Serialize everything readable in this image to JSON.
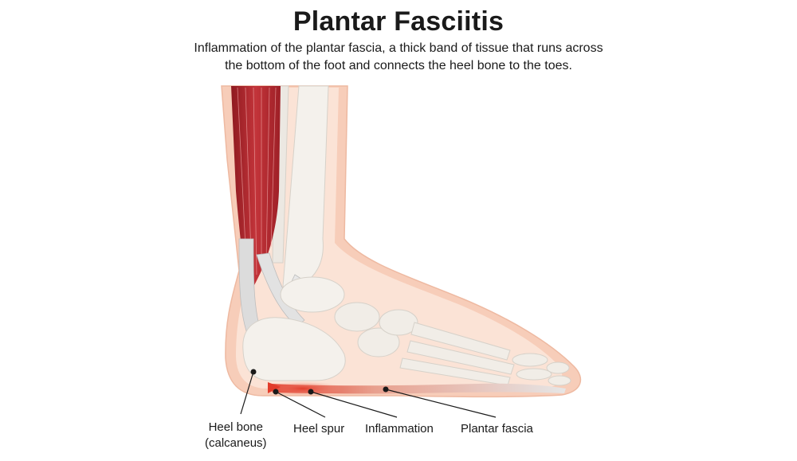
{
  "header": {
    "title": "Plantar Fasciitis",
    "subtitle_line1": "Inflammation of the plantar fascia, a thick band of tissue that runs across",
    "subtitle_line2": "the bottom of the foot and connects the heel bone to the toes."
  },
  "labels": {
    "heel_bone_line1": "Heel bone",
    "heel_bone_line2": "(calcaneus)",
    "heel_spur": "Heel spur",
    "inflammation": "Inflammation",
    "plantar_fascia": "Plantar fascia"
  },
  "colors": {
    "skin": "#f7cdb9",
    "skin_light": "#fbe3d6",
    "muscle": "#b9262d",
    "bone": "#f4f1ec",
    "tendon": "#d8d8d8",
    "inflammation": "#e23b2a"
  }
}
